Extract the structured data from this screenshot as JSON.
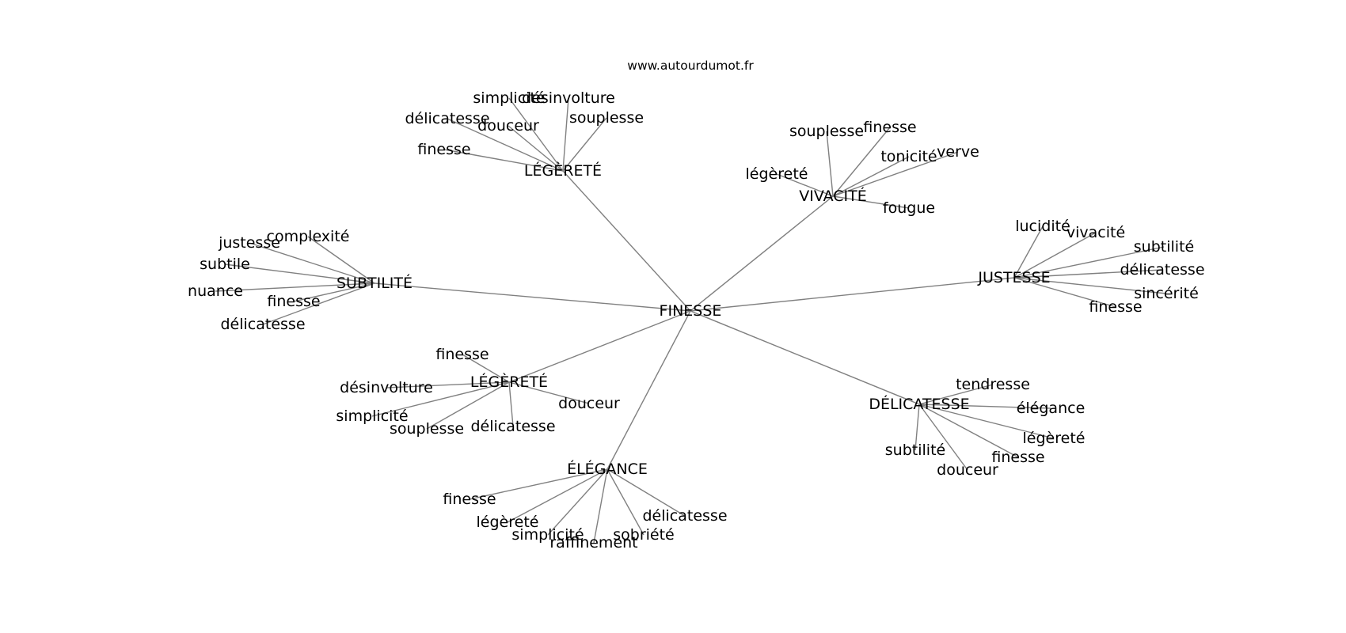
{
  "site": "www.autourdumot.fr",
  "root": "FINESSE",
  "clusters": [
    {
      "word": "LÉGÈRETÉ",
      "children": [
        "simplicité",
        "désinvolture",
        "souplesse",
        "délicatesse",
        "douceur",
        "finesse"
      ]
    },
    {
      "word": "VIVACITÉ",
      "children": [
        "souplesse",
        "finesse",
        "tonicité",
        "verve",
        "légèreté",
        "fougue"
      ]
    },
    {
      "word": "SUBTILITÉ",
      "children": [
        "justesse",
        "complexité",
        "subtile",
        "nuance",
        "finesse",
        "délicatesse"
      ]
    },
    {
      "word": "JUSTESSE",
      "children": [
        "lucidité",
        "vivacité",
        "subtilité",
        "délicatesse",
        "sincérité",
        "finesse"
      ]
    },
    {
      "word": "LÉGÈRETÉ",
      "children": [
        "finesse",
        "désinvolture",
        "douceur",
        "simplicité",
        "souplesse",
        "délicatesse"
      ]
    },
    {
      "word": "DÉLICATESSE",
      "children": [
        "tendresse",
        "élégance",
        "légèreté",
        "finesse",
        "subtilité",
        "douceur"
      ]
    },
    {
      "word": "ÉLÉGANCE",
      "children": [
        "finesse",
        "légèreté",
        "simplicité",
        "raffinement",
        "sobriété",
        "délicatesse"
      ]
    }
  ]
}
